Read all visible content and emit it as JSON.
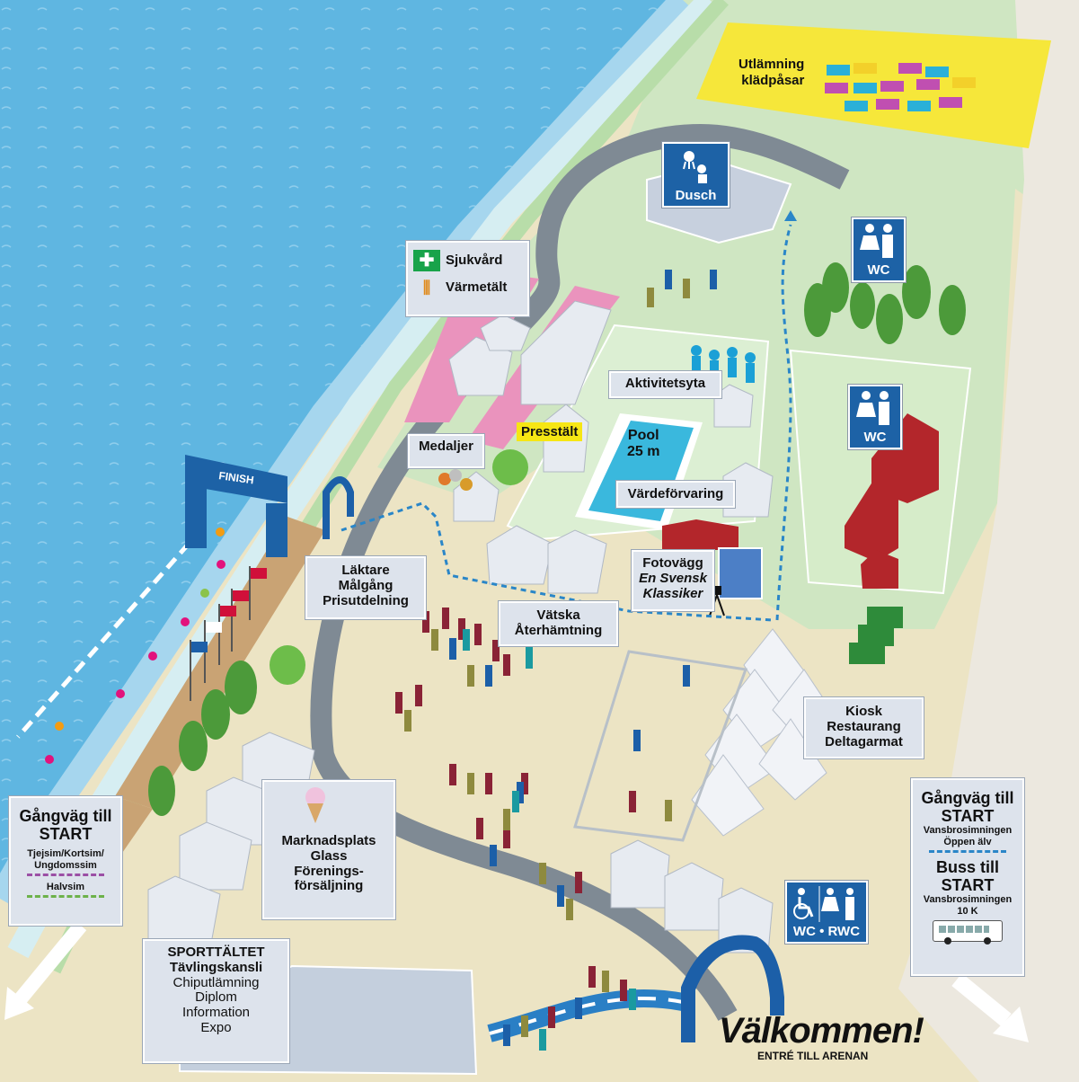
{
  "map": {
    "kladpasar": {
      "line1": "Utlämning",
      "line2": "klädpåsar"
    },
    "dusch": "Dusch",
    "sjukvard": "Sjukvård",
    "varmetalt": "Värmetält",
    "wc": "WC",
    "aktivitetsyta": "Aktivitetsyta",
    "presstalt": "Presstält",
    "medaljer": "Medaljer",
    "finish": "FINISH",
    "pool": {
      "line1": "Pool",
      "line2": "25 m"
    },
    "vardeforvaring": "Värdeförvaring",
    "fotovagg": {
      "line1": "Fotovägg",
      "line2": "En Svensk",
      "line3": "Klassiker"
    },
    "laktare": {
      "line1": "Läktare",
      "line2": "Målgång",
      "line3": "Prisutdelning"
    },
    "vatska": {
      "line1": "Vätska",
      "line2": "Återhämtning"
    },
    "kiosk": {
      "line1": "Kiosk",
      "line2": "Restaurang",
      "line3": "Deltagarmat"
    },
    "gangvag_left": {
      "line1": "Gångväg till",
      "line2": "START",
      "route1": "Tjejsim/Kortsim/ Ungdomssim",
      "route2": "Halvsim"
    },
    "marknadsplats": {
      "line1": "Marknadsplats",
      "line2": "Glass",
      "line3": "Förenings-",
      "line4": "försäljning"
    },
    "sporttaltet": {
      "title": "SPORTTÄLTET",
      "subtitle": "Tävlingskansli",
      "items": [
        "Chiputlämning",
        "Diplom",
        "Information",
        "Expo"
      ]
    },
    "wc_rwc": "WC • RWC",
    "gangvag_right": {
      "line1": "Gångväg till",
      "line2": "START",
      "route": "Vansbrosimningen Öppen älv",
      "bus1": "Buss till",
      "bus2": "START",
      "bus_route": "Vansbrosimningen",
      "bus_dist": "10 K"
    },
    "valkommen": "Välkommen!",
    "entre": "ENTRÉ TILL ARENAN"
  },
  "colors": {
    "water": "#5fb6e1",
    "water_dark": "#4aa6d6",
    "grass": "#cfe6c2",
    "sand": "#ece4c4",
    "road": "#7f8a94",
    "label_bg": "#dde3ec",
    "icon_blue": "#1d62a6",
    "pink": "#ea93bd",
    "yellow": "#f6e73a",
    "red_building": "#b3262b",
    "gate_blue": "#1c5fa8"
  }
}
